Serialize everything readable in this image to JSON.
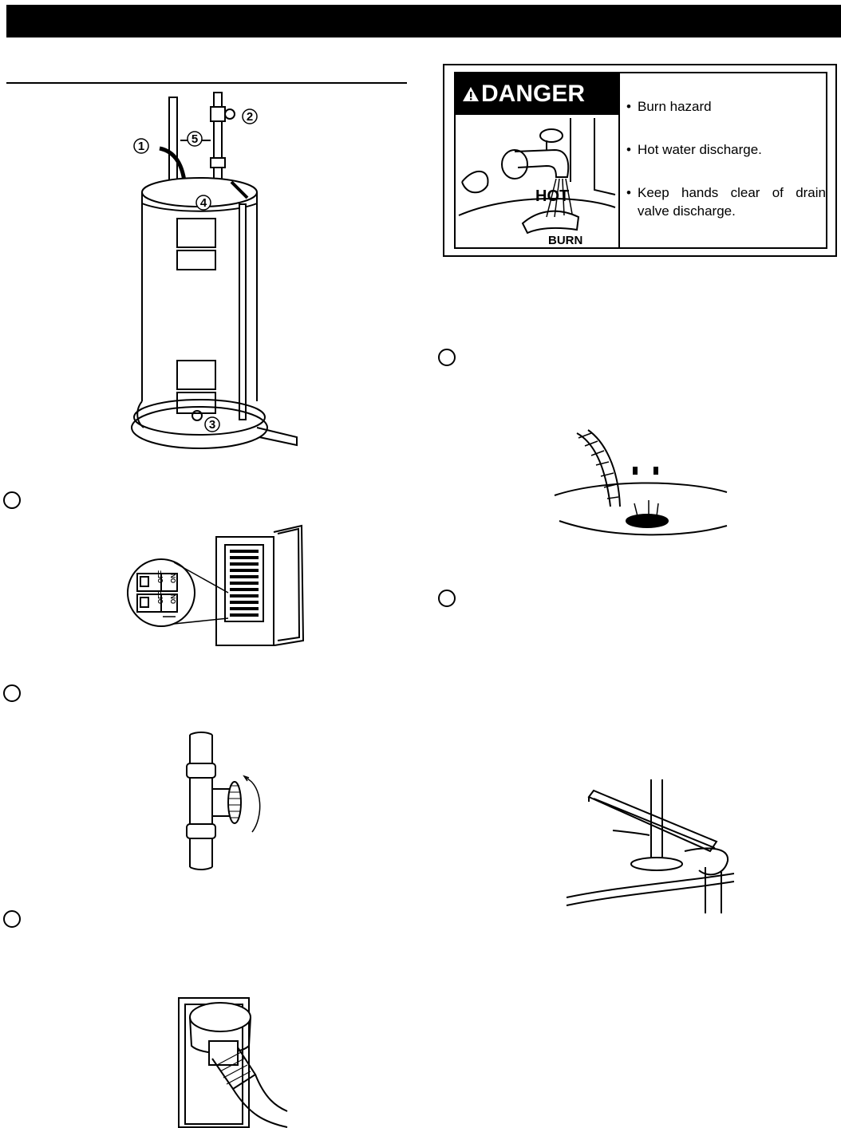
{
  "danger_label": {
    "header": "DANGER",
    "items": [
      "Burn hazard",
      "Hot water discharge.",
      "Keep hands clear of drain valve discharge."
    ],
    "illustration_text": [
      "HOT",
      "BURN"
    ]
  },
  "diagram_callouts": [
    "1",
    "2",
    "3",
    "4",
    "5"
  ],
  "panel": {
    "breaker_off": "OFF",
    "breaker_on": "ON"
  }
}
